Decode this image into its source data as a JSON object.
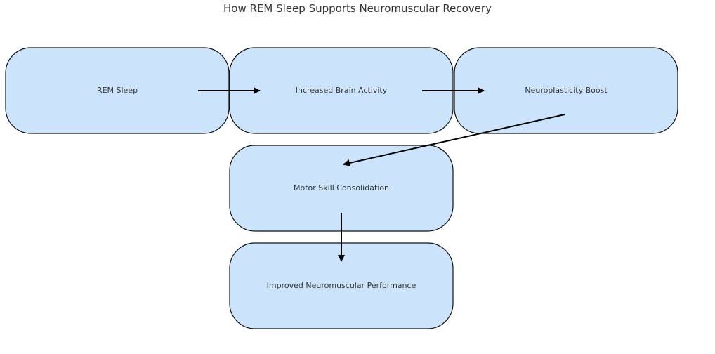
{
  "title": "How REM Sleep Supports Neuromuscular Recovery",
  "colors": {
    "node_fill": "#cce4fb",
    "node_stroke": "#111111",
    "edge": "#000000",
    "text": "#333333"
  },
  "nodes": [
    {
      "id": "rem",
      "label": "REM Sleep"
    },
    {
      "id": "brain",
      "label": "Increased Brain Activity"
    },
    {
      "id": "neuro",
      "label": "Neuroplasticity Boost"
    },
    {
      "id": "motor",
      "label": "Motor Skill Consolidation"
    },
    {
      "id": "perf",
      "label": "Improved Neuromuscular Performance"
    }
  ],
  "edges": [
    {
      "from": "rem",
      "to": "brain"
    },
    {
      "from": "brain",
      "to": "neuro"
    },
    {
      "from": "neuro",
      "to": "motor"
    },
    {
      "from": "motor",
      "to": "perf"
    }
  ]
}
